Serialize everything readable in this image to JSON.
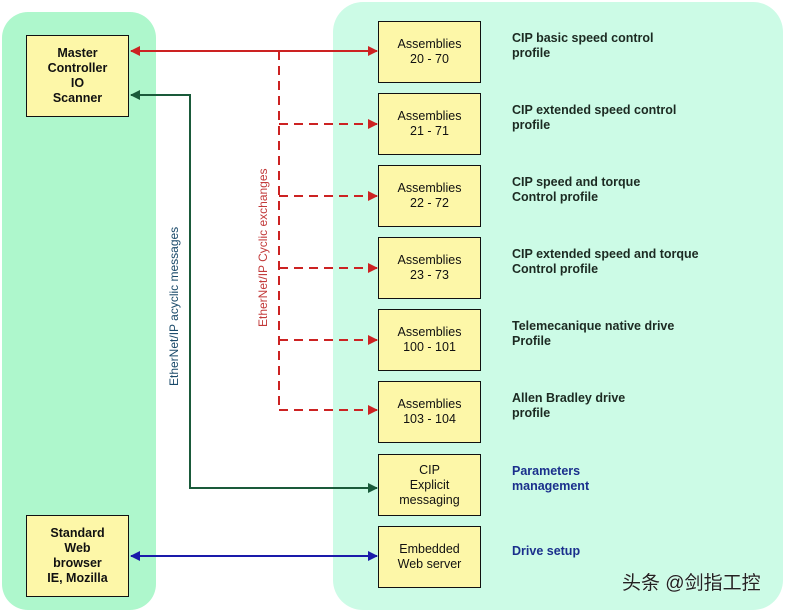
{
  "colors": {
    "left_panel": "#aef7cc",
    "right_panel": "#ccfbe6",
    "box_fill": "#fdf7a8",
    "cyclic": "#cc2222",
    "acyclic": "#1a5a3a",
    "web": "#1a1aaa",
    "desc_blue": "#1a2f8c"
  },
  "left": {
    "master": [
      "Master",
      "Controller",
      "IO",
      "Scanner"
    ],
    "browser": [
      "Standard",
      "Web",
      "browser",
      "IE, Mozilla"
    ]
  },
  "labels": {
    "acyclic": "EtherNet/IP acyclic messages",
    "cyclic": "EtherNet/IP Cyclic exchanges"
  },
  "right": {
    "items": [
      {
        "box": [
          "Assemblies",
          "20 - 70"
        ],
        "desc": [
          "CIP basic speed control",
          "profile"
        ]
      },
      {
        "box": [
          "Assemblies",
          "21 - 71"
        ],
        "desc": [
          "CIP extended speed control",
          "profile"
        ]
      },
      {
        "box": [
          "Assemblies",
          "22 - 72"
        ],
        "desc": [
          "CIP speed and torque",
          "Control profile"
        ]
      },
      {
        "box": [
          "Assemblies",
          "23 - 73"
        ],
        "desc": [
          "CIP extended speed and torque",
          "Control profile"
        ]
      },
      {
        "box": [
          "Assemblies",
          "100 - 101"
        ],
        "desc": [
          "Telemecanique native drive",
          "Profile"
        ]
      },
      {
        "box": [
          "Assemblies",
          "103 - 104"
        ],
        "desc": [
          "Allen Bradley drive",
          "profile"
        ]
      },
      {
        "box": [
          "CIP",
          "Explicit",
          "messaging"
        ],
        "desc": [
          "Parameters",
          "management"
        ]
      },
      {
        "box": [
          "Embedded",
          "Web server"
        ],
        "desc": [
          "Drive setup"
        ]
      }
    ]
  },
  "watermark": "头条 @剑指工控"
}
